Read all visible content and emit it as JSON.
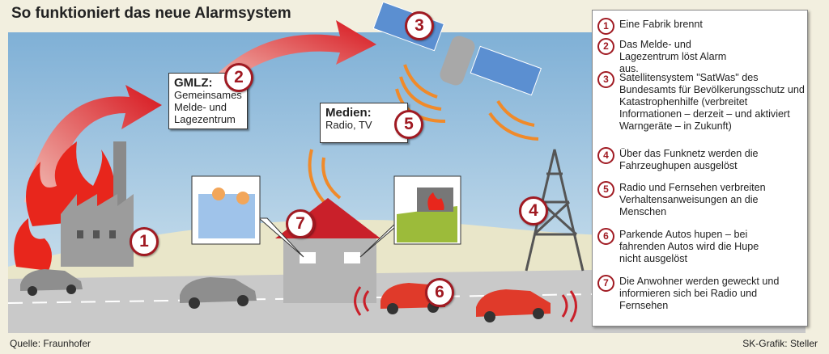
{
  "title": "So funktioniert das neue Alarmsystem",
  "source": "Quelle: Fraunhofer",
  "credit": "SK-Grafik: Steller",
  "colors": {
    "accent": "#a01a22",
    "sky": "#9fc3df",
    "background": "#f2efdf"
  },
  "gmlz": {
    "heading": "GMLZ:",
    "lines": [
      "Gemeinsames",
      "Melde- und",
      "Lagezentrum"
    ],
    "number": "2"
  },
  "medien": {
    "heading": "Medien:",
    "text": "Radio, TV",
    "number": "5"
  },
  "badges": {
    "factory": "1",
    "satellite": "3",
    "tower": "4",
    "cars": "6",
    "house": "7"
  },
  "legend": [
    {
      "number": "1",
      "text": "Eine Fabrik brennt"
    },
    {
      "number": "2",
      "text": "Das Melde- und Lagezentrum löst Alarm aus."
    },
    {
      "number": "3",
      "text": "Satellitensystem \"SatWas\" des Bundesamts für Bevölkerungsschutz und Katastrophenhilfe (verbreitet Informationen – derzeit – und aktiviert Warngeräte – in Zukunft)"
    },
    {
      "number": "4",
      "text": "Über das Funknetz werden die Fahrzeughupen ausgelöst"
    },
    {
      "number": "5",
      "text": "Radio und Fernsehen verbreiten Verhaltensanweisungen an die Menschen"
    },
    {
      "number": "6",
      "text": "Parkende Autos hupen – bei fahrenden Autos wird die Hupe nicht ausgelöst"
    },
    {
      "number": "7",
      "text": "Die Anwohner werden geweckt und informieren sich bei Radio und Fernsehen"
    }
  ]
}
